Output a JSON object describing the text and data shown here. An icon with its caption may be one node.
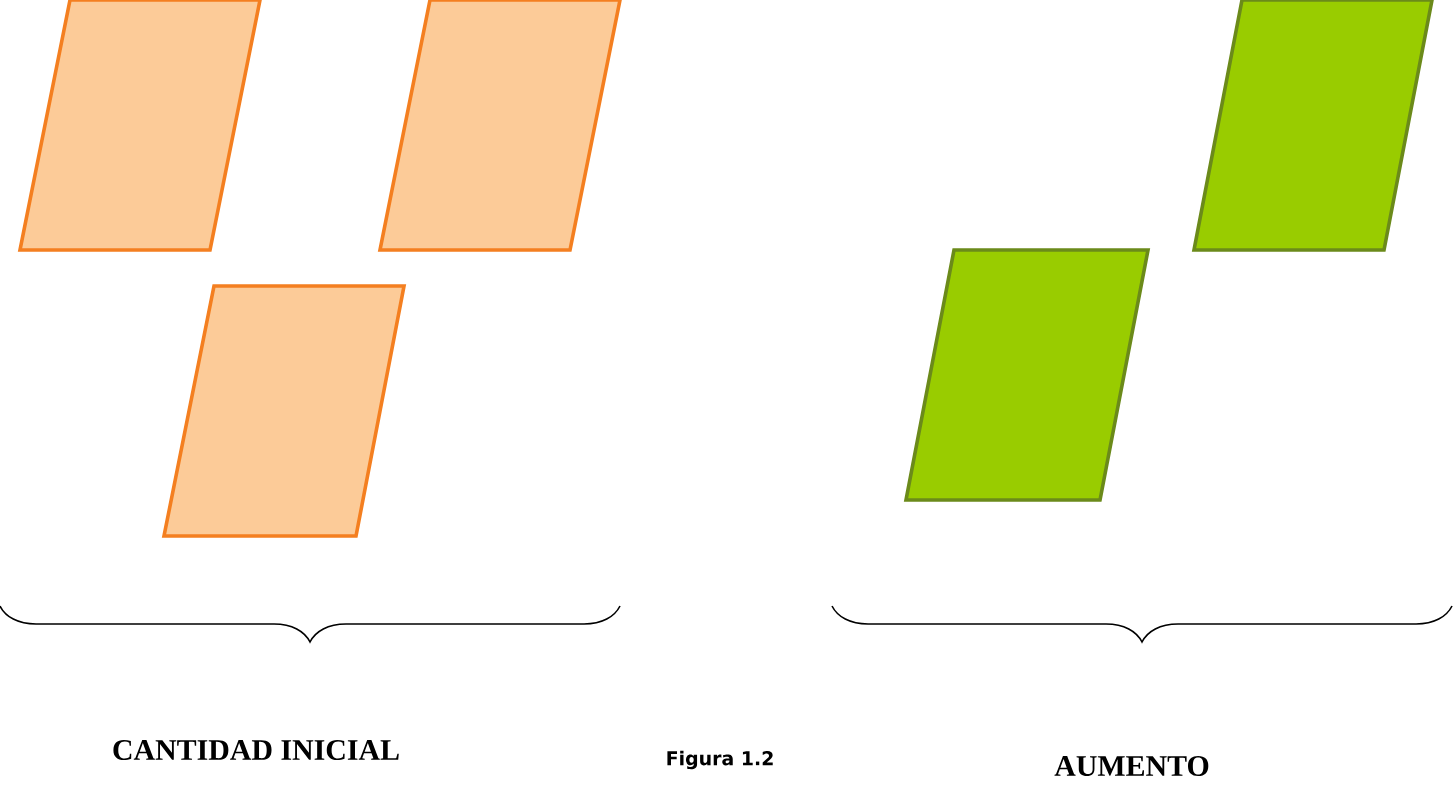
{
  "diagram": {
    "caption": "Figura 1.2",
    "nodes": [
      {
        "text": [],
        "shape": "parallelogram"
      },
      {
        "text": [],
        "shape": "parallelogram"
      },
      {
        "text": [],
        "shape": "parallelogram"
      },
      {
        "text": [],
        "shape": "parallelogram"
      },
      {
        "text": [],
        "shape": "parallelogram"
      }
    ],
    "labels": [
      "CANTIDAD INICIAL",
      "AUMENTO"
    ]
  }
}
